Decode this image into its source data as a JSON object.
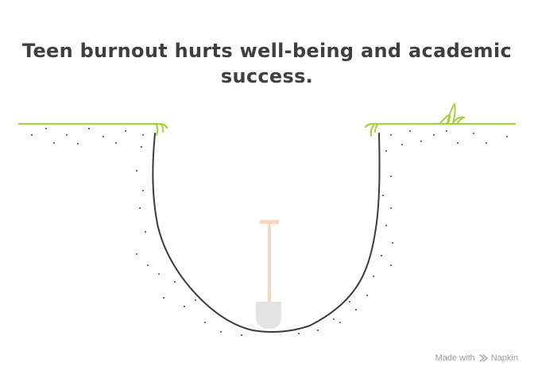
{
  "title": "Teen burnout hurts well-being and academic success.",
  "footer": {
    "made_with": "Made with",
    "brand": "Napkin",
    "logo_icon": "napkin-logo-icon"
  },
  "colors": {
    "grass": "#a5d13b",
    "outline": "#3a3a3a",
    "shovel_handle": "#f9d6bf",
    "shovel_blade": "#e3e3e3",
    "dots": "#444444"
  },
  "illustration": {
    "elements": [
      "ground-line-left",
      "ground-line-right",
      "hole-outline",
      "grass-tuft-icon",
      "shovel-icon"
    ]
  }
}
